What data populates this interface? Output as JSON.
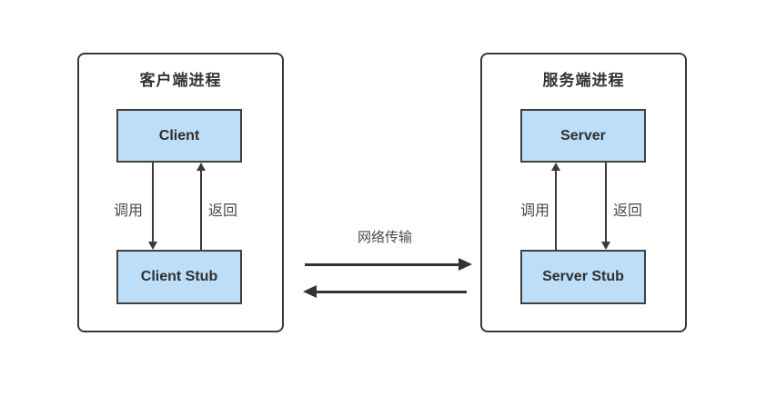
{
  "diagram": {
    "client_process": {
      "title": "客户端进程",
      "top_box": "Client",
      "bottom_box": "Client Stub",
      "call_label": "调用",
      "return_label": "返回"
    },
    "server_process": {
      "title": "服务端进程",
      "top_box": "Server",
      "bottom_box": "Server Stub",
      "call_label": "调用",
      "return_label": "返回"
    },
    "network": {
      "label": "网络传输"
    },
    "colors": {
      "box_fill": "#bddef8",
      "box_border": "#404040",
      "container_border": "#383838",
      "arrow": "#3a3a3a",
      "text": "#333333"
    }
  }
}
